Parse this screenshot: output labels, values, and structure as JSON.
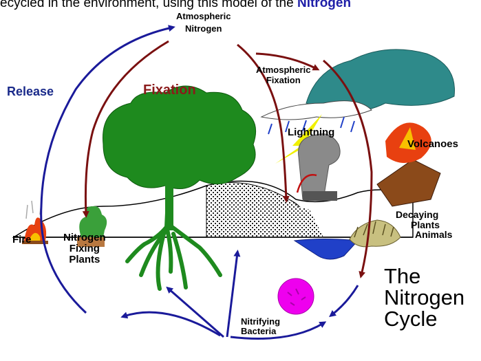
{
  "intro": {
    "prefix": "ecycled in the environment, using this model of the ",
    "highlight": "Nitrogen"
  },
  "labels": {
    "atmospheric_nitrogen": [
      "Atmospheric",
      "Nitrogen"
    ],
    "release": "Release",
    "fixation": "Fixation",
    "atmospheric_fixation": [
      "Atmospheric",
      "Fixation"
    ],
    "lightning": "Lightning",
    "volcanoes": "Volcanoes",
    "decaying": [
      "Decaying",
      "Plants",
      "Animals"
    ],
    "fire": "Fire",
    "nitrogen_fixing_plants": [
      "Nitrogen",
      "Fixing",
      "Plants"
    ],
    "nitrifying_bacteria": [
      "Nitrifying",
      "Bacteria"
    ]
  },
  "title": [
    "The",
    "Nitrogen",
    "Cycle"
  ],
  "colors": {
    "release_arrow": "#1a1a9a",
    "fixation_arrow": "#7a1010",
    "release_text": "#1a2a8a",
    "fixation_text": "#8b1a1a",
    "tree": "#1e8a1e",
    "cloud": "#2e8a8a",
    "bacteria": "#ee00ee",
    "water": "#2040c8",
    "soil": "#8b4a1a",
    "lightning": "#f0f000",
    "fire": "#e84010"
  }
}
